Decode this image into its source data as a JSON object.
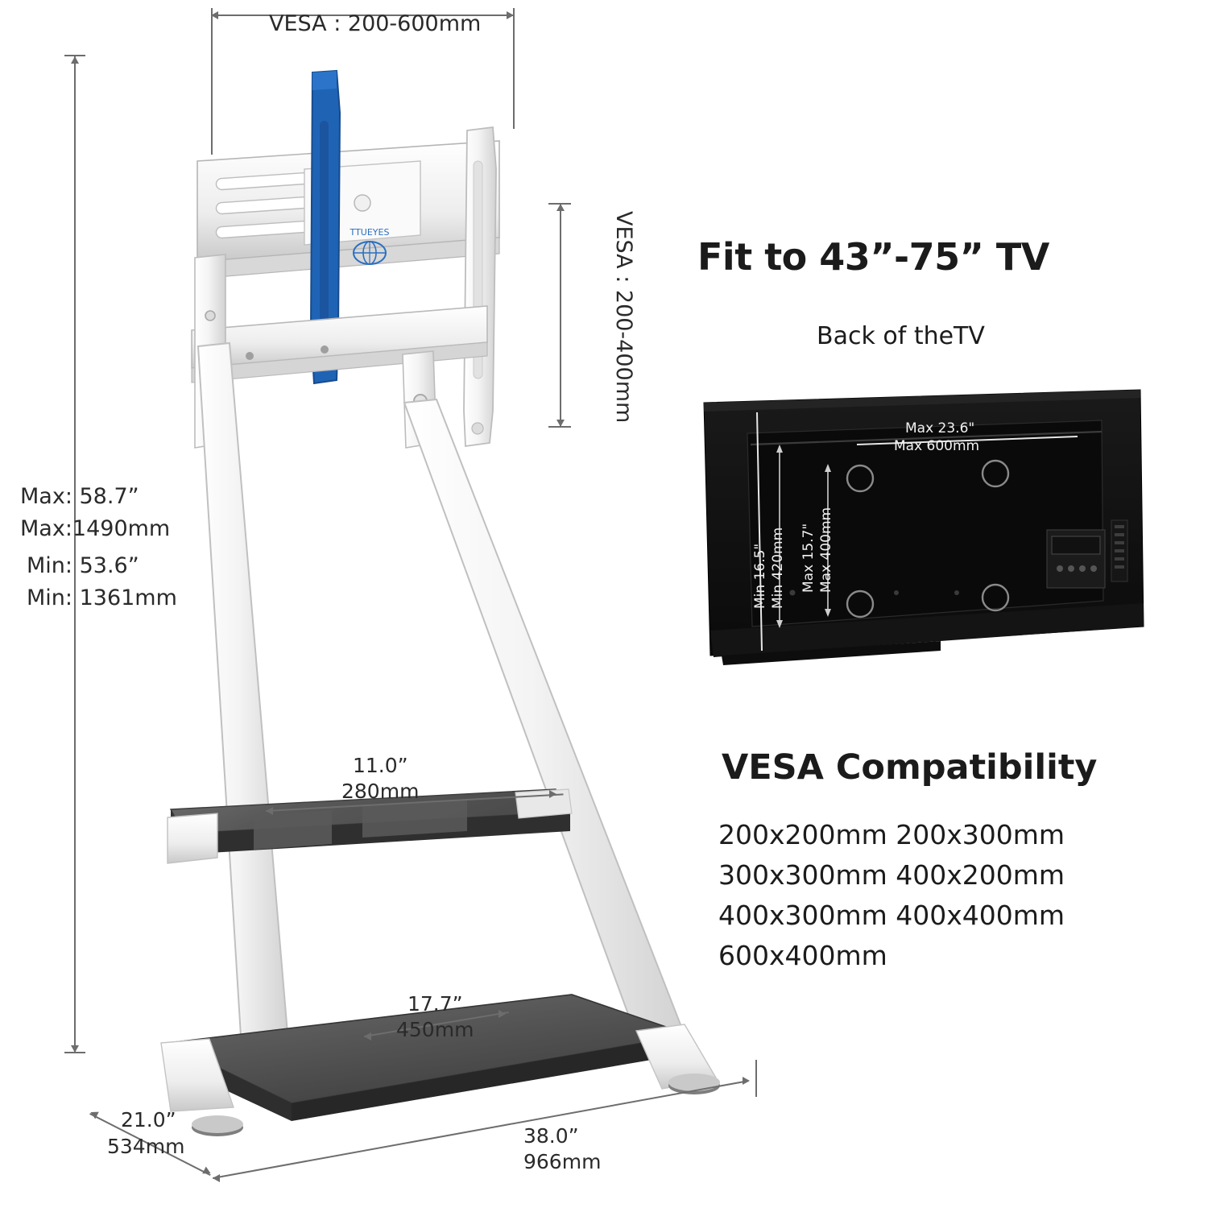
{
  "diagram": {
    "brand_logo_text": "TTUEYES",
    "top_dimension": "VESA : 200-600mm",
    "right_vesa_vertical": "VESA : 200-400mm",
    "height_labels": {
      "max_in": "Max: 58.7”",
      "max_mm": "Max:1490mm",
      "min_in": "Min: 53.6”",
      "min_mm": "Min: 1361mm"
    },
    "shelf_depth": {
      "inches": "11.0”",
      "mm": "280mm"
    },
    "base_depth_front": {
      "inches": "17.7”",
      "mm": "450mm"
    },
    "base_side": {
      "inches": "21.0”",
      "mm": "534mm"
    },
    "base_width": {
      "inches": "38.0”",
      "mm": "966mm"
    }
  },
  "right_panel": {
    "fit_title": "Fit to 43”-75” TV",
    "fit_subtitle": "Back of theTV",
    "tv": {
      "max_width_in": "Max 23.6\"",
      "max_width_mm": "Max 600mm",
      "min_height_in": "Min 16.5\"",
      "min_height_mm": "Min 420mm",
      "max_height_in": "Max 15.7\"",
      "max_height_mm": "Max 400mm"
    },
    "vesa_title": "VESA Compatibility",
    "vesa_rows": [
      "200x200mm 200x300mm",
      "300x300mm 400x200mm",
      "400x300mm 400x400mm",
      "600x400mm"
    ]
  },
  "colors": {
    "accent_blue": "#1f63b5",
    "logo_blue": "#2a6fc0",
    "dim_line": "#6d6d6d",
    "tv_black": "#121212",
    "metal_light": "#f2f2f2",
    "metal_shadow": "#cfcfcf",
    "shelf_dark": "#4a4a4a"
  }
}
